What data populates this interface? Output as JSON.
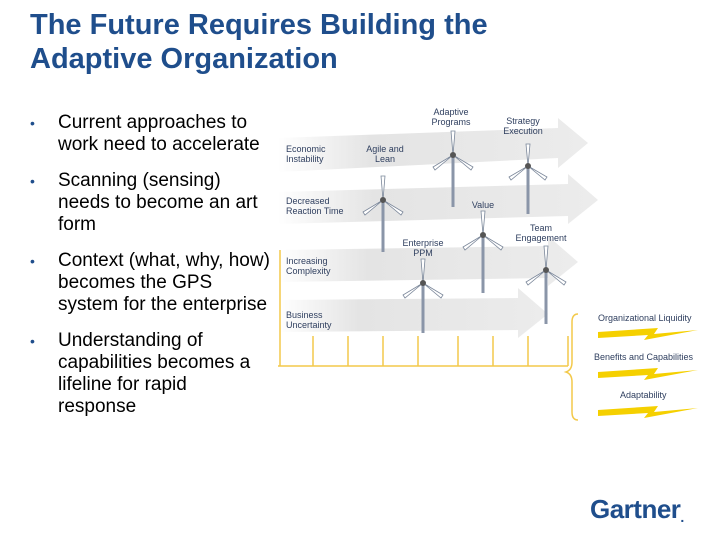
{
  "title": {
    "line1": "The Future Requires Building the",
    "line2": "Adaptive Organization"
  },
  "bullets": [
    {
      "text": "Current approaches to work need to accelerate"
    },
    {
      "text": "Scanning (sensing) needs to become an art form"
    },
    {
      "text": "Context (what, why, how) becomes the GPS system for the enterprise"
    },
    {
      "text": "Understanding of capabilities becomes a lifeline for rapid response"
    }
  ],
  "bullet_marker": "•",
  "diagram": {
    "drivers": [
      {
        "line1": "Economic",
        "line2": "Instability"
      },
      {
        "line1": "Decreased",
        "line2": "Reaction Time"
      },
      {
        "line1": "Increasing",
        "line2": "Complexity"
      },
      {
        "line1": "Business",
        "line2": "Uncertainty"
      }
    ],
    "turbines": [
      {
        "line1": "Adaptive",
        "line2": "Programs"
      },
      {
        "line1": "Strategy",
        "line2": "Execution"
      },
      {
        "line1": "Agile and",
        "line2": "Lean"
      },
      {
        "line1": "Value",
        "line2": ""
      },
      {
        "line1": "Team",
        "line2": "Engagement"
      },
      {
        "line1": "Enterprise",
        "line2": "PPM"
      }
    ],
    "outcomes": [
      "Organizational Liquidity",
      "Benefits and Capabilities",
      "Adaptability"
    ],
    "colors": {
      "arrow": "#e8e8e8",
      "grid": "#f3c94a",
      "bolt": "#f5d000",
      "text": "#2f3f5f",
      "turbine": "#ffffff",
      "turbine_edge": "#7a8699"
    }
  },
  "logo": {
    "text": "Gartner",
    "mark": "."
  }
}
